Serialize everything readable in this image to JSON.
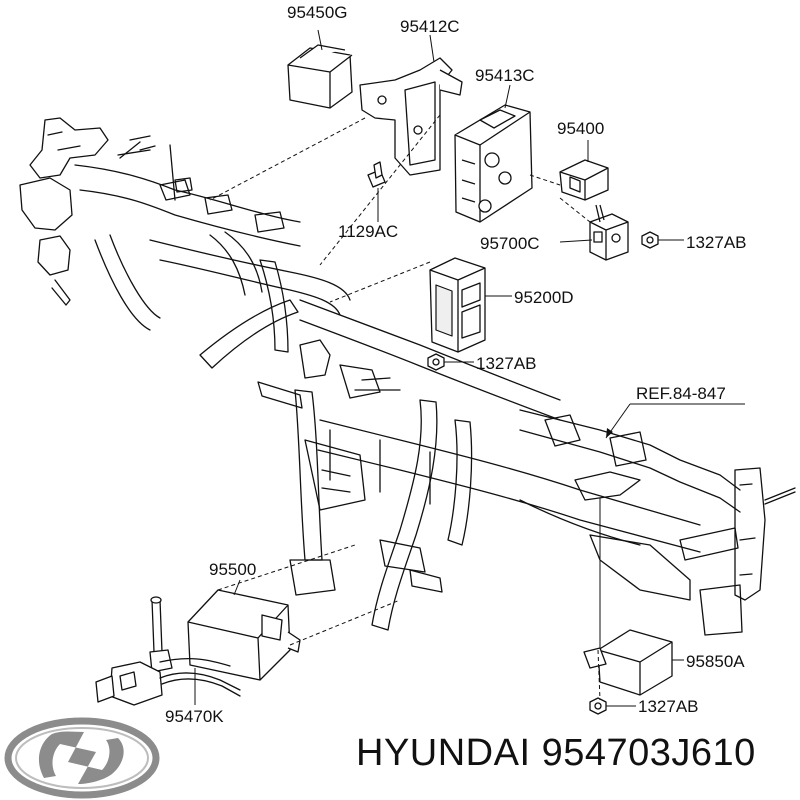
{
  "parts": {
    "p95450G": "95450G",
    "p95412C": "95412C",
    "p95413C": "95413C",
    "p95400": "95400",
    "p1129AC": "1129AC",
    "p95700C": "95700C",
    "p1327AB_top": "1327AB",
    "p95200D": "95200D",
    "p1327AB_mid": "1327AB",
    "ref": "REF.84-847",
    "p95500": "95500",
    "p95470K": "95470K",
    "p95850A": "95850A",
    "p1327AB_bottom": "1327AB"
  },
  "caption": {
    "brand": "HYUNDAI",
    "part_number": "954703J610"
  },
  "logo": {
    "name": "hyundai-logo-icon",
    "color": "#8c8c8c"
  }
}
